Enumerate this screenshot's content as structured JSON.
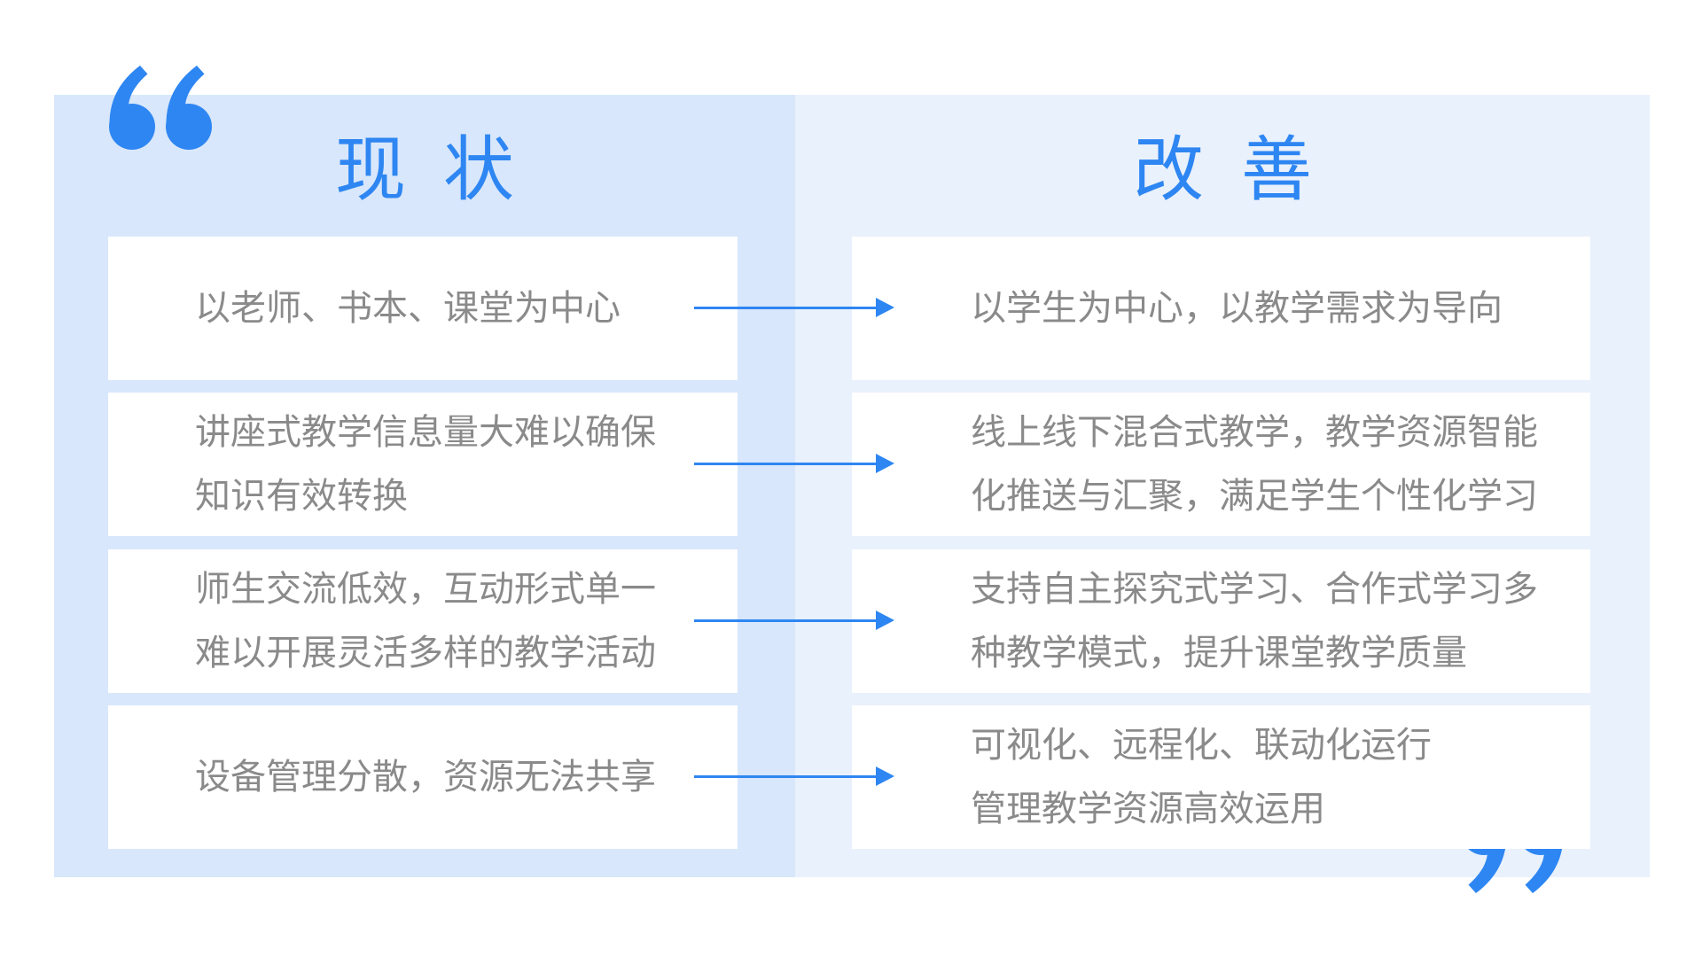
{
  "slide": {
    "kind": "before-after comparison",
    "open_quote": "“",
    "close_quote": "”"
  },
  "columns": {
    "current": {
      "title": "现状"
    },
    "improved": {
      "title": "改善"
    }
  },
  "rows": [
    {
      "current": "以老师、书本、课堂为中心",
      "improved": "以学生为中心，以教学需求为导向"
    },
    {
      "current": "讲座式教学信息量大难以确保\n知识有效转换",
      "improved": "线上线下混合式教学，教学资源智能\n化推送与汇聚，满足学生个性化学习"
    },
    {
      "current": "师生交流低效，互动形式单一\n难以开展灵活多样的教学活动",
      "improved": "支持自主探究式学习、合作式学习多\n种教学模式，提升课堂教学质量"
    },
    {
      "current": "设备管理分散，资源无法共享",
      "improved": "可视化、远程化、联动化运行\n管理教学资源高效运用"
    }
  ],
  "colors": {
    "accent": "#2E86F2",
    "panel_left": "#D8E7FB",
    "panel_right": "#E9F1FC",
    "box": "#FFFFFF",
    "text": "#8A8A8A"
  }
}
